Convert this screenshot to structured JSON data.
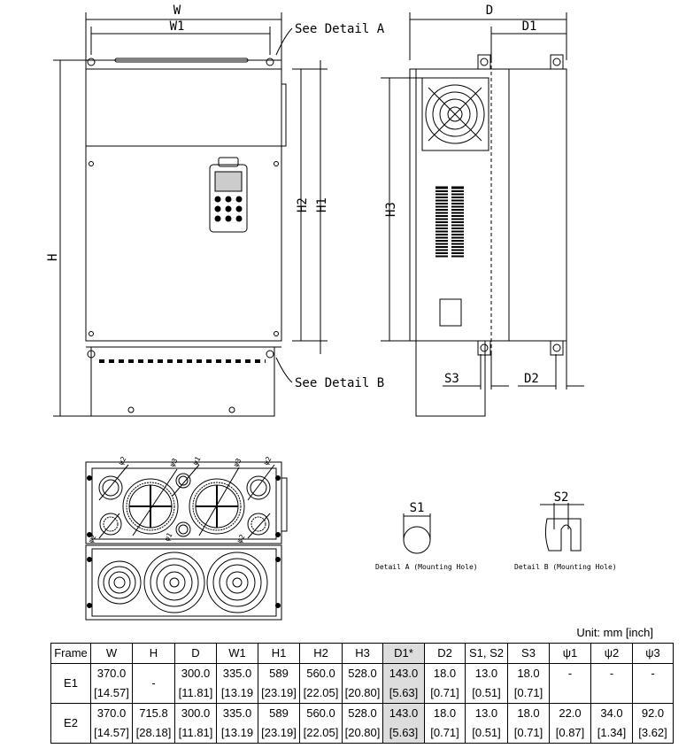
{
  "front_view": {
    "labels": {
      "W": "W",
      "W1": "W1",
      "H": "H",
      "H1": "H1",
      "H2": "H2"
    },
    "callouts": {
      "detail_a": "See Detail A",
      "detail_b": "See Detail B"
    }
  },
  "side_view": {
    "labels": {
      "D": "D",
      "D1": "D1",
      "H3": "H3",
      "S3": "S3",
      "D2": "D2"
    }
  },
  "bottom_view": {
    "hole_labels": [
      "ψ2",
      "ψ3",
      "ψ1",
      "ψ3",
      "ψ2",
      "ψ2",
      "ψ1",
      "ψ2"
    ]
  },
  "details": {
    "detail_a": {
      "dim": "S1",
      "caption": "Detail A (Mounting Hole)"
    },
    "detail_b": {
      "dim": "S2",
      "caption": "Detail B (Mounting Hole)"
    }
  },
  "table": {
    "unit": "Unit: mm  [inch]",
    "headers": [
      "Frame",
      "W",
      "H",
      "D",
      "W1",
      "H1",
      "H2",
      "H3",
      "D1*",
      "D2",
      "S1, S2",
      "S3",
      "ψ1",
      "ψ2",
      "ψ3"
    ],
    "highlight_column": "D1*",
    "highlight_color": "#dddddd",
    "rows": [
      {
        "frame": "E1",
        "cells": [
          [
            "370.0",
            "[14.57]"
          ],
          [
            "-",
            ""
          ],
          [
            "300.0",
            "[11.81]"
          ],
          [
            "335.0",
            "[13.19"
          ],
          [
            "589",
            "[23.19]"
          ],
          [
            "560.0",
            "[22.05]"
          ],
          [
            "528.0",
            "[20.80]"
          ],
          [
            "143.0",
            "[5.63]"
          ],
          [
            "18.0",
            "[0.71]"
          ],
          [
            "13.0",
            "[0.51]"
          ],
          [
            "18.0",
            "[0.71]"
          ],
          [
            "-",
            ""
          ],
          [
            "-",
            ""
          ],
          [
            "-",
            ""
          ]
        ]
      },
      {
        "frame": "E2",
        "cells": [
          [
            "370.0",
            "[14.57]"
          ],
          [
            "715.8",
            "[28.18]"
          ],
          [
            "300.0",
            "[11.81]"
          ],
          [
            "335.0",
            "[13.19"
          ],
          [
            "589",
            "[23.19]"
          ],
          [
            "560.0",
            "[22.05]"
          ],
          [
            "528.0",
            "[20.80]"
          ],
          [
            "143.0",
            "[5.63]"
          ],
          [
            "18.0",
            "[0.71]"
          ],
          [
            "13.0",
            "[0.51]"
          ],
          [
            "18.0",
            "[0.71]"
          ],
          [
            "22.0",
            "[0.87]"
          ],
          [
            "34.0",
            "[1.34]"
          ],
          [
            "92.0",
            "[3.62]"
          ]
        ]
      }
    ]
  }
}
